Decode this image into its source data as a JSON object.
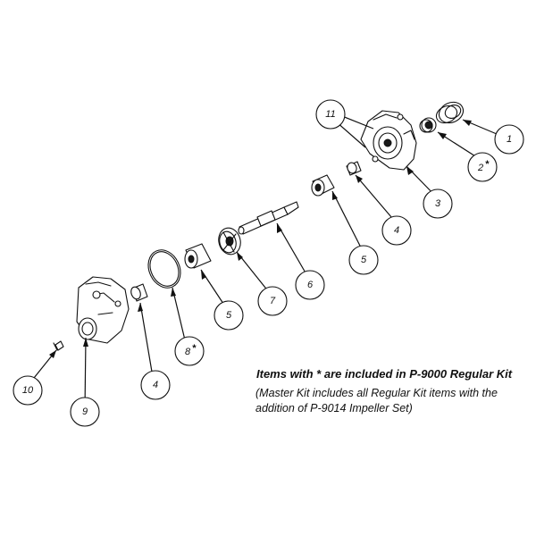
{
  "callouts": {
    "c1": "1",
    "c2": "2",
    "c2_star": "*",
    "c3": "3",
    "c4_top": "4",
    "c5_top": "5",
    "c6": "6",
    "c7": "7",
    "c5_bottom": "5",
    "c8": "8",
    "c8_star": "*",
    "c4_bottom": "4",
    "c9": "9",
    "c10": "10",
    "c11": "11"
  },
  "note": {
    "title": "Items with * are included in P-9000 Regular Kit",
    "line1": "(Master Kit includes all Regular Kit items with the",
    "line2": "addition of P-9014 Impeller Set)"
  }
}
